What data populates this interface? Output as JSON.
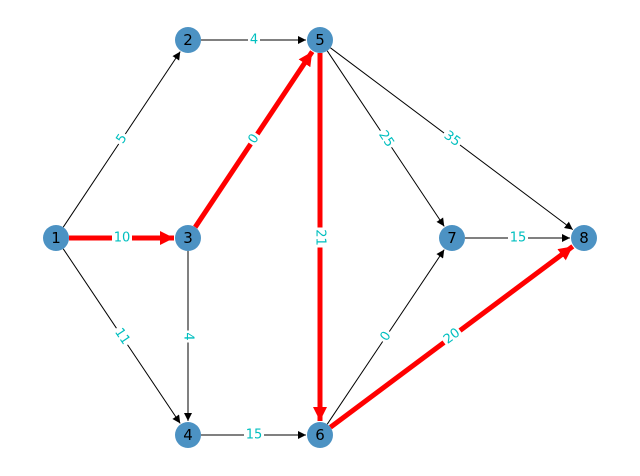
{
  "colors": {
    "node_fill": "#1f77b4",
    "node_label": "#000000",
    "edge_normal": "#000000",
    "edge_highlight": "#ff0000",
    "edge_label": "#00bfbf"
  },
  "nodes": [
    {
      "id": "1",
      "label": "1"
    },
    {
      "id": "2",
      "label": "2"
    },
    {
      "id": "3",
      "label": "3"
    },
    {
      "id": "4",
      "label": "4"
    },
    {
      "id": "5",
      "label": "5"
    },
    {
      "id": "6",
      "label": "6"
    },
    {
      "id": "7",
      "label": "7"
    },
    {
      "id": "8",
      "label": "8"
    }
  ],
  "edges": [
    {
      "from": "1",
      "to": "2",
      "weight": "5",
      "highlighted": false
    },
    {
      "from": "1",
      "to": "3",
      "weight": "10",
      "highlighted": true
    },
    {
      "from": "1",
      "to": "4",
      "weight": "11",
      "highlighted": false
    },
    {
      "from": "2",
      "to": "5",
      "weight": "4",
      "highlighted": false
    },
    {
      "from": "3",
      "to": "5",
      "weight": "0",
      "highlighted": true
    },
    {
      "from": "3",
      "to": "4",
      "weight": "4",
      "highlighted": false
    },
    {
      "from": "4",
      "to": "6",
      "weight": "15",
      "highlighted": false
    },
    {
      "from": "5",
      "to": "6",
      "weight": "21",
      "highlighted": true
    },
    {
      "from": "5",
      "to": "7",
      "weight": "25",
      "highlighted": false
    },
    {
      "from": "5",
      "to": "8",
      "weight": "35",
      "highlighted": false
    },
    {
      "from": "6",
      "to": "7",
      "weight": "0",
      "highlighted": false
    },
    {
      "from": "6",
      "to": "8",
      "weight": "20",
      "highlighted": true
    },
    {
      "from": "7",
      "to": "8",
      "weight": "15",
      "highlighted": false
    }
  ]
}
